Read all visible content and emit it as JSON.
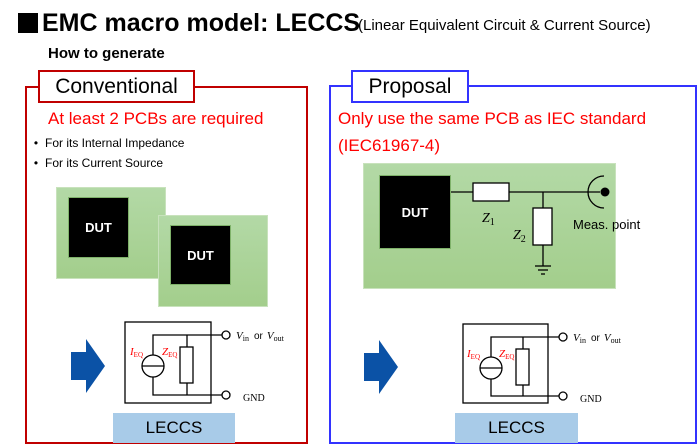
{
  "header": {
    "title": "EMC macro model: LECCS",
    "subtitle": "(Linear Equivalent Circuit & Current Source)",
    "section": "How to generate"
  },
  "conventional": {
    "tab_label": "Conventional",
    "heading": "At least 2 PCBs are required",
    "bullets": [
      "For its Internal Impedance",
      "For its Current Source"
    ],
    "bullet_char": "•",
    "pcbs": [
      {
        "dut_label": "DUT"
      },
      {
        "dut_label": "DUT"
      }
    ],
    "frame_color": "#c00000"
  },
  "proposal": {
    "tab_label": "Proposal",
    "heading_line1": "Only use the same PCB as IEC standard",
    "heading_line2": "(IEC61967-4)",
    "pcb": {
      "dut_label": "DUT",
      "z1_label": "Z",
      "z1_sub": "1",
      "z2_label": "Z",
      "z2_sub": "2",
      "meas_label": "Meas. point"
    },
    "frame_color": "#3333ff"
  },
  "model": {
    "ieq": "I",
    "ieq_sub": "EQ",
    "zeq": "Z",
    "zeq_sub": "EQ",
    "vin": "V",
    "vin_sub": "in",
    "or": "or",
    "vout": "V",
    "vout_sub": "out",
    "gnd": "GND",
    "box_label": "LECCS"
  },
  "colors": {
    "accent_red": "#ff0000",
    "arrow_blue": "#0b52a6",
    "pcb_green": "#a9d18e",
    "leccs_blue": "#a8cbe8"
  }
}
